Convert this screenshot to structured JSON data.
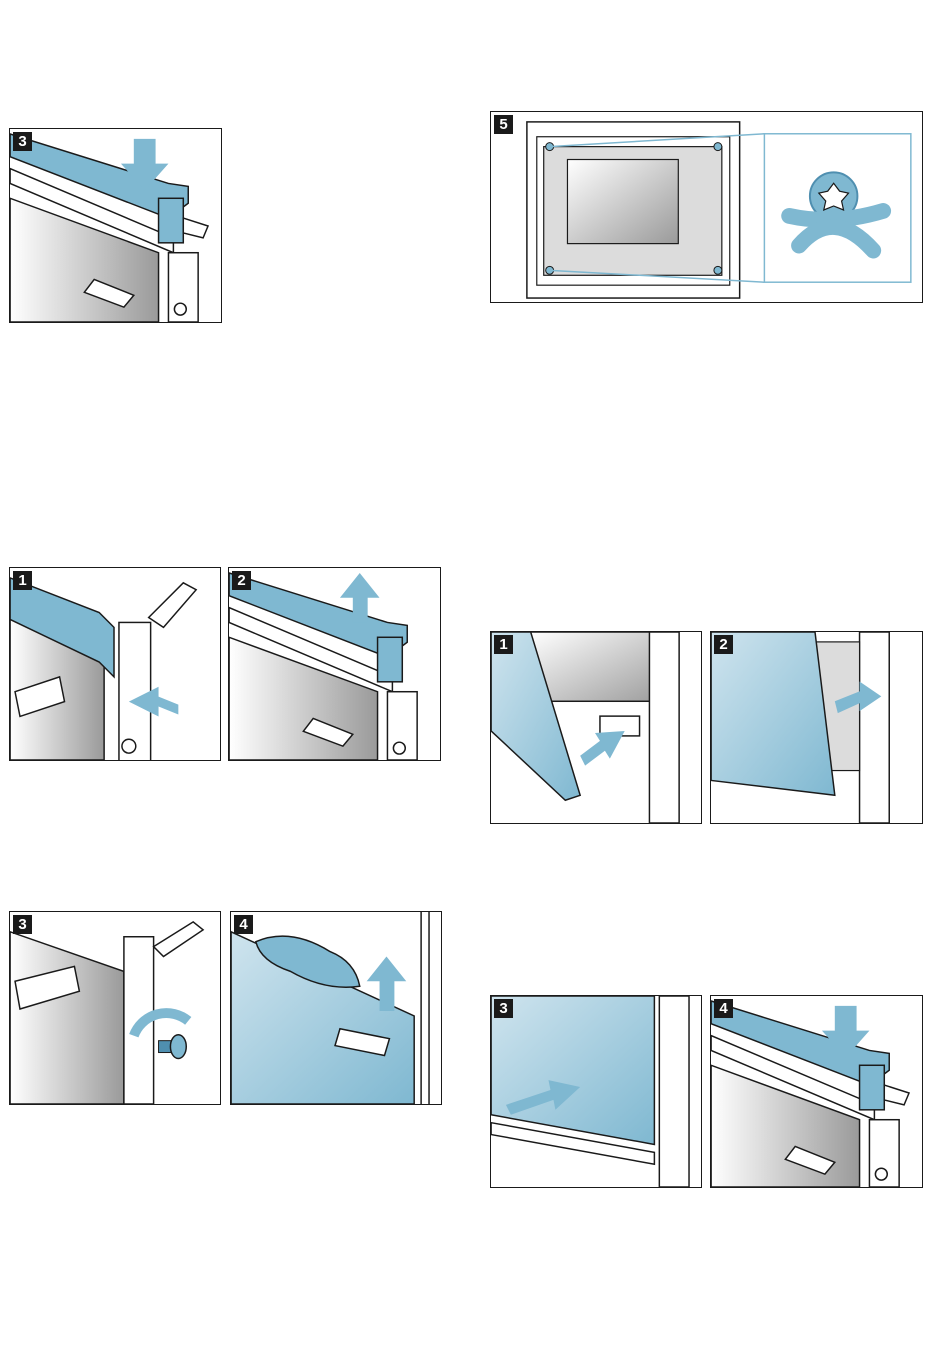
{
  "colors": {
    "accent": "#7fb8d1",
    "accent_dark": "#4f8fb0",
    "outline": "#1a1a1a",
    "glass": "#a9cfe0"
  },
  "figures": [
    {
      "id": "fig-a3",
      "step": "3",
      "scene": "door-strip-press-down"
    },
    {
      "id": "fig-b1",
      "step": "1",
      "scene": "door-clip-press-in"
    },
    {
      "id": "fig-b2",
      "step": "2",
      "scene": "door-strip-lift-off"
    },
    {
      "id": "fig-b3",
      "step": "3",
      "scene": "door-screw-unscrew"
    },
    {
      "id": "fig-b4",
      "step": "4",
      "scene": "door-glass-remove-with-cloth"
    },
    {
      "id": "fig-c5",
      "step": "5",
      "scene": "oven-front-screws-detail"
    },
    {
      "id": "fig-d1",
      "step": "1",
      "scene": "glass-insert-bottom-holder"
    },
    {
      "id": "fig-d2",
      "step": "2",
      "scene": "glass-push-into-holder"
    },
    {
      "id": "fig-d3",
      "step": "3",
      "scene": "glass-slide-in"
    },
    {
      "id": "fig-d4",
      "step": "4",
      "scene": "door-strip-press-down"
    }
  ]
}
